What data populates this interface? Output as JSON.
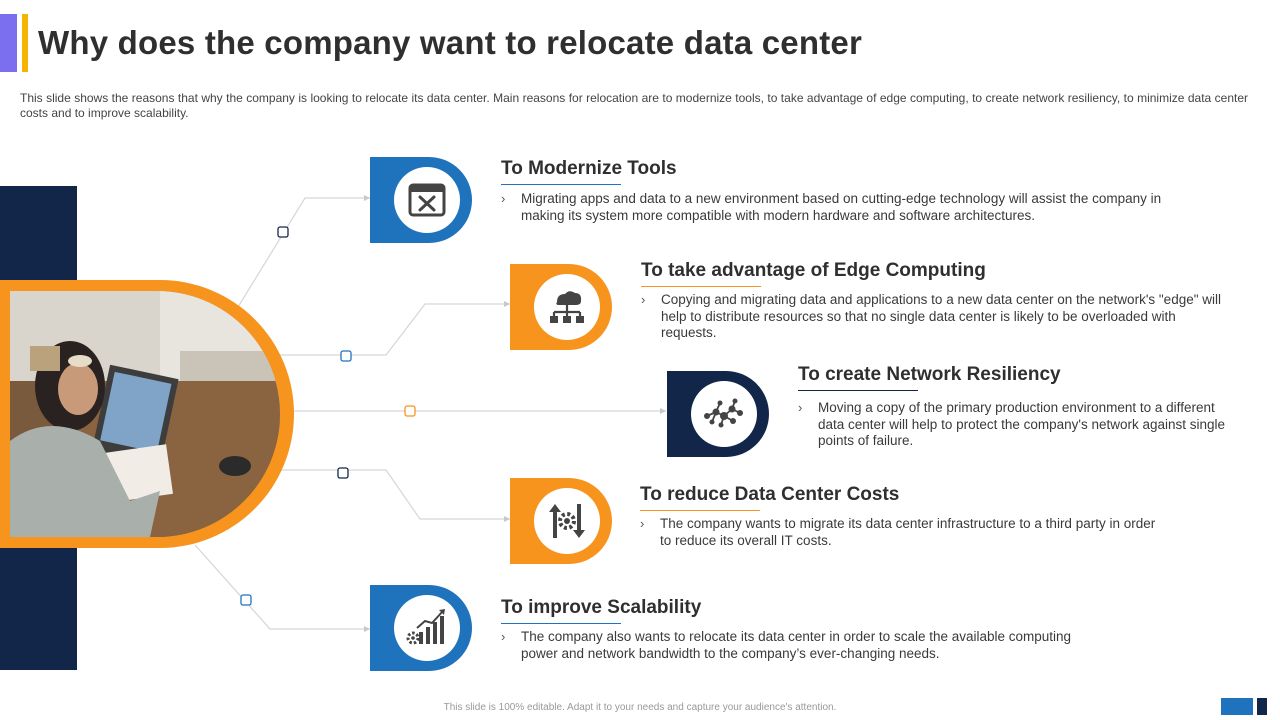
{
  "title": "Why does the company want to relocate data center",
  "description": "This slide shows the reasons that why the company is looking to relocate its data center. Main reasons for relocation are to modernize tools, to take advantage  of edge computing, to create network resiliency, to minimize data center costs and to improve  scalability.",
  "items": [
    {
      "title": "To Modernize Tools",
      "text": "Migrating apps and data to a new environment based on cutting-edge technology will assist the company in making its system more compatible with modern hardware and software architectures.",
      "icon": "browser-tools-icon",
      "color": "#1f72bc"
    },
    {
      "title": "To take advantage of Edge Computing",
      "text": "Copying and migrating data and applications to a new data center on the network's \"edge\" will help to distribute resources so that no single data center is likely to be overloaded with requests.",
      "icon": "cloud-network-icon",
      "color": "#f7941d"
    },
    {
      "title": "To create Network Resiliency",
      "text": "Moving a copy of the primary production environment to a different data center will help to protect the company's network against single points of failure.",
      "icon": "network-nodes-icon",
      "color": "#12264a"
    },
    {
      "title": "To reduce Data Center Costs",
      "text": "The company wants to migrate its data center infrastructure to a third party in order to reduce its overall IT costs.",
      "icon": "cost-reduction-icon",
      "color": "#f7941d"
    },
    {
      "title": "To improve Scalability",
      "text": "The company also wants to relocate its data center in order to scale the available computing power and network bandwidth to the company’s ever-changing needs.",
      "icon": "growth-chart-icon",
      "color": "#1f72bc"
    }
  ],
  "bullet_glyph": "›",
  "footer": "This slide is 100% editable. Adapt it to your needs and capture your audience's attention.",
  "colors": {
    "blue": "#1f72bc",
    "orange": "#f7941d",
    "navy": "#12264a",
    "purple": "#7b6ff0",
    "gold": "#f5b400"
  }
}
